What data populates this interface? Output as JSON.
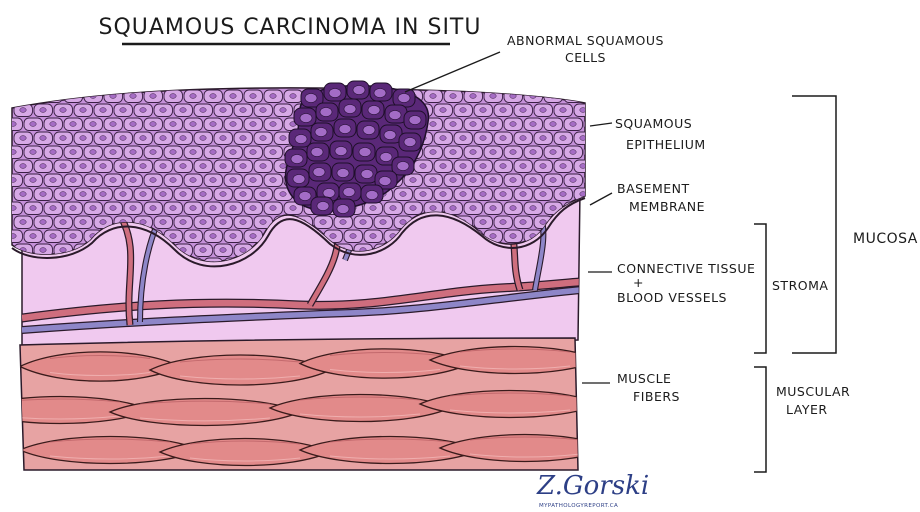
{
  "title": "SQUAMOUS CARCINOMA IN SITU",
  "labels": {
    "abnormal_cells_line1": "ABNORMAL SQUAMOUS",
    "abnormal_cells_line2": "CELLS",
    "squamous_epithelium_line1": "SQUAMOUS",
    "squamous_epithelium_line2": "EPITHELIUM",
    "basement_membrane_line1": "BASEMENT",
    "basement_membrane_line2": "MEMBRANE",
    "connective_tissue_line1": "CONNECTIVE TISSUE",
    "connective_tissue_plus": "+",
    "connective_tissue_line2": "BLOOD VESSELS",
    "muscle_fibers_line1": "MUSCLE",
    "muscle_fibers_line2": "FIBERS"
  },
  "groups": {
    "stroma": "STROMA",
    "mucosa": "MUCOSA",
    "muscular_layer_line1": "MUSCULAR",
    "muscular_layer_line2": "LAYER"
  },
  "signature": {
    "name": "Z.Gorski",
    "site": "MYPATHOLOGYREPORT.CA"
  },
  "colors": {
    "epithelium_cell": "#d7a9e6",
    "epithelium_nucleus": "#a56cc4",
    "tumor_cell": "#5a2878",
    "tumor_nucleus": "#a36cc6",
    "stroma": "#f0c9ef",
    "artery": "#cf6e7e",
    "vein": "#8e86c8",
    "muscle": "#e28a8a"
  }
}
